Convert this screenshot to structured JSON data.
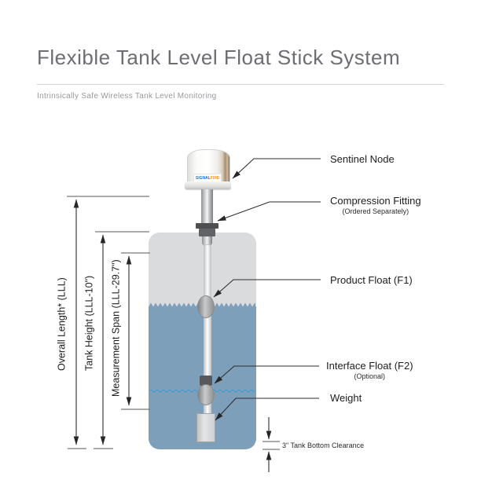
{
  "header": {
    "title": "Flexible Tank Level Float Stick System",
    "subtitle": "Intrinsically Safe Wireless Tank Level Monitoring"
  },
  "device_logo": {
    "primary": "SIGNAL",
    "secondary": "FIRE"
  },
  "callouts": {
    "sentinel": {
      "label": "Sentinel Node"
    },
    "fitting": {
      "label": "Compression Fitting",
      "note": "(Ordered Separately)"
    },
    "product_float": {
      "label": "Product Float (F1)"
    },
    "interface_float": {
      "label": "Interface Float (F2)",
      "note": "(Optional)"
    },
    "weight": {
      "label": "Weight"
    }
  },
  "dimensions": {
    "overall": "Overall Length* (LLL)",
    "tank_height": "Tank Height (LLL-10\")",
    "span": "Measurement Span (LLL-29.7\")",
    "clearance": "3\" Tank Bottom Clearance"
  },
  "colors": {
    "tank_gray": "#dadbdc",
    "liquid_blue": "#7e9fba",
    "interface_wave_blue": "#3f9bd3",
    "logo_blue": "#1b75bb",
    "logo_orange": "#f7941d"
  }
}
